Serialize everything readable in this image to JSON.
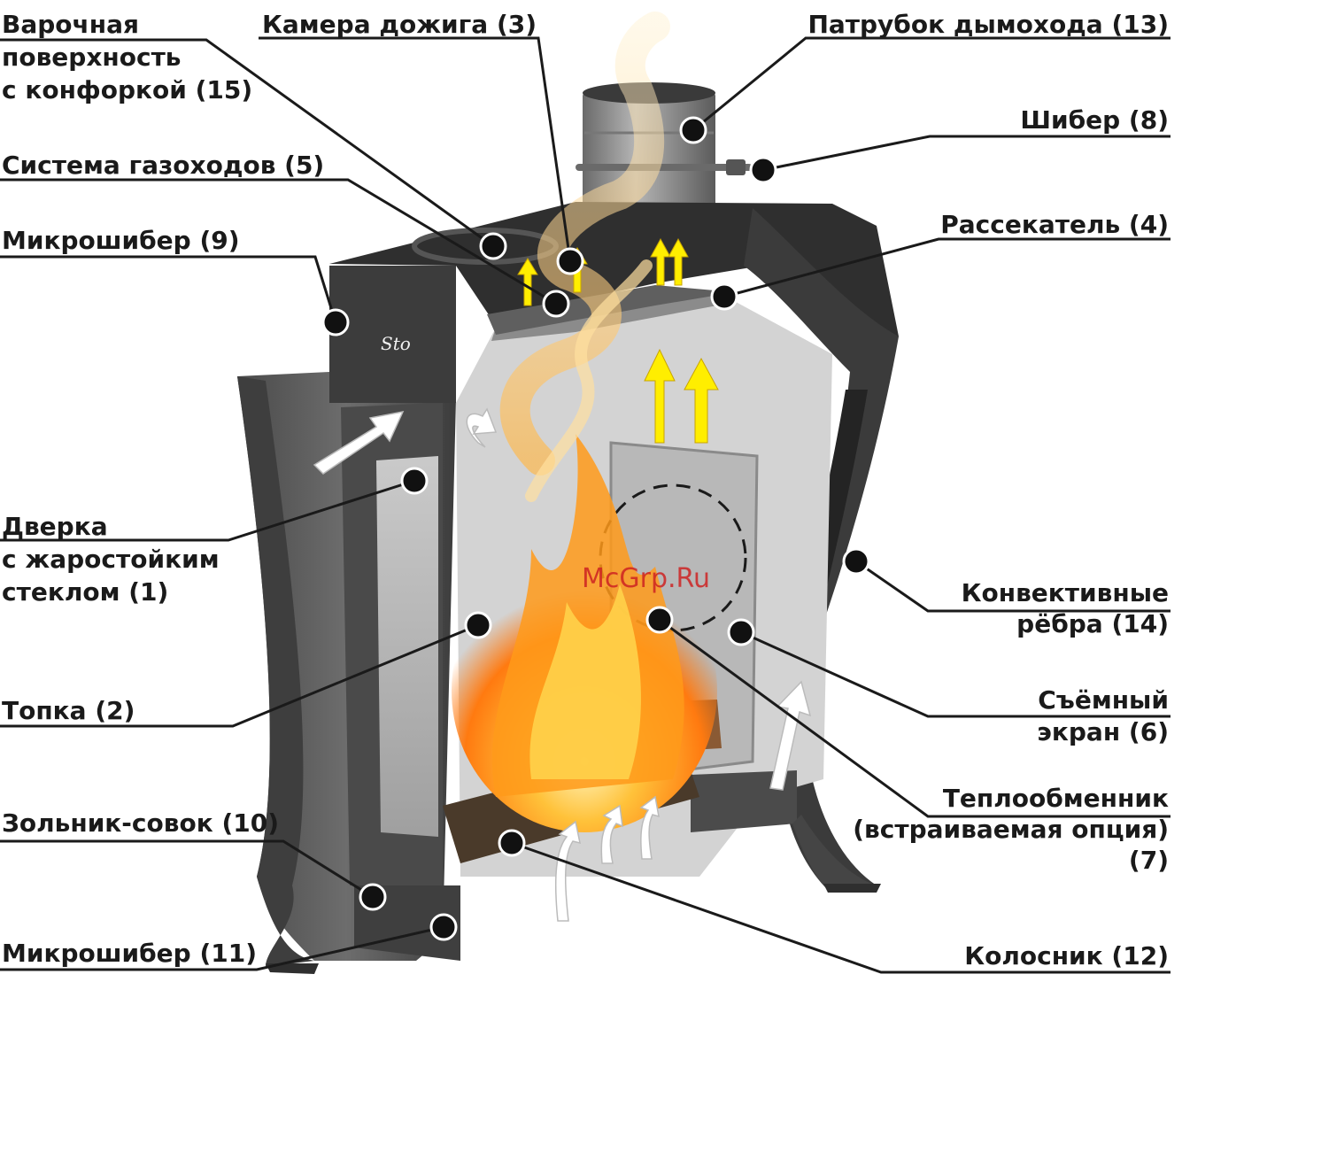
{
  "brand_logo": "Sto",
  "watermark": "McGrp.Ru",
  "colors": {
    "stove_body": "#5a5a5a",
    "stove_dark": "#2e2e2e",
    "firebox_interior": "#c9c9c9",
    "flame": "#ff9a1a",
    "arrow_yellow": "#ffee00",
    "watermark": "#cc2222"
  },
  "labels": {
    "cooking_surface": [
      "Варочная",
      "поверхность",
      "с конфоркой (15)"
    ],
    "afterburner_chamber": "Камера дожига (3)",
    "chimney_pipe": "Патрубок дымохода (13)",
    "damper": "Шибер (8)",
    "flue_system": "Система газоходов (5)",
    "splitter": "Рассекатель (4)",
    "microdamper_top": "Микрошибер (9)",
    "door_glass": [
      "Дверка",
      "с жаростойким",
      "стеклом (1)"
    ],
    "convection_ribs": [
      "Конвективные",
      "рёбра (14)"
    ],
    "firebox": "Топка (2)",
    "removable_screen": [
      "Съёмный",
      "экран (6)"
    ],
    "heat_exchanger": [
      "Теплообменник",
      "(встраиваемая опция)",
      "(7)"
    ],
    "ash_pan": "Зольник-совок (10)",
    "microdamper_bottom": "Микрошибер (11)",
    "grate": "Колосник (12)"
  }
}
